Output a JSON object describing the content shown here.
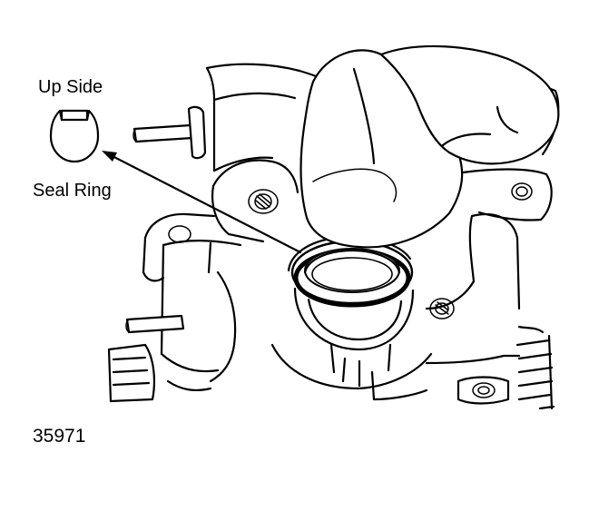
{
  "labels": {
    "up_side": "Up Side",
    "seal_ring": "Seal Ring",
    "figure_number": "35971"
  },
  "colors": {
    "ink": "#000000",
    "paper": "#ffffff"
  }
}
